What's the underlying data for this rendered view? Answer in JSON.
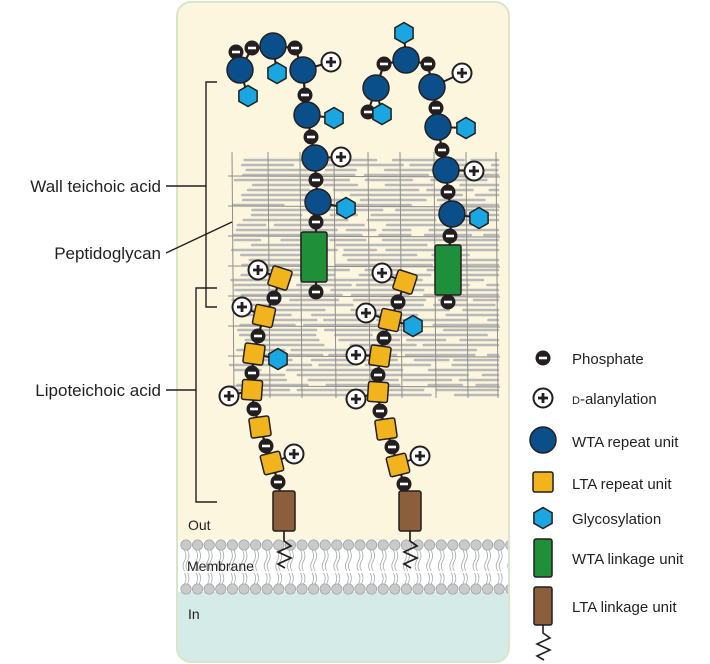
{
  "labels": {
    "wall_teichoic_acid": "Wall teichoic acid",
    "peptidoglycan": "Peptidoglycan",
    "lipoteichoic_acid": "Lipoteichoic acid",
    "out": "Out",
    "membrane": "Membrane",
    "in": "In"
  },
  "legend": [
    {
      "key": "phosphate",
      "label": "Phosphate"
    },
    {
      "key": "alanylation",
      "label": "D-alanylation",
      "smallcaps_prefix": "D",
      "rest": "-alanylation"
    },
    {
      "key": "wta_repeat",
      "label": "WTA repeat unit"
    },
    {
      "key": "lta_repeat",
      "label": "LTA repeat unit"
    },
    {
      "key": "glycosylation",
      "label": "Glycosylation"
    },
    {
      "key": "wta_linkage",
      "label": "WTA linkage unit"
    },
    {
      "key": "lta_linkage",
      "label": "LTA linkage unit"
    }
  ],
  "colors": {
    "wta_repeat": "#0b4f8a",
    "lta_repeat": "#f2b41c",
    "glycosylation": "#1aa6e0",
    "wta_linkage": "#1f8f3a",
    "lta_linkage": "#8b5e3c",
    "cell_outside": "#fdf6de",
    "cell_inside": "#d5ebe8",
    "membrane_head": "#c9cacb",
    "peptidoglycan": "#b9b9b9"
  }
}
